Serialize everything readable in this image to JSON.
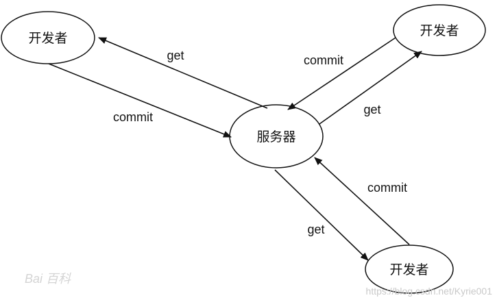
{
  "diagram": {
    "nodes": [
      {
        "id": "dev1",
        "label": "开发者"
      },
      {
        "id": "dev2",
        "label": "开发者"
      },
      {
        "id": "dev3",
        "label": "开发者"
      },
      {
        "id": "server",
        "label": "服务器"
      }
    ],
    "edges": [
      {
        "id": "e1",
        "from": "server",
        "to": "dev1",
        "label": "get"
      },
      {
        "id": "e2",
        "from": "dev1",
        "to": "server",
        "label": "commit"
      },
      {
        "id": "e3",
        "from": "dev2",
        "to": "server",
        "label": "commit"
      },
      {
        "id": "e4",
        "from": "server",
        "to": "dev2",
        "label": "get"
      },
      {
        "id": "e5",
        "from": "dev3",
        "to": "server",
        "label": "commit"
      },
      {
        "id": "e6",
        "from": "server",
        "to": "dev3",
        "label": "get"
      }
    ]
  },
  "watermark": {
    "logo": "Bai 百科",
    "url": "https://blog.csdn.net/Kyrie001"
  }
}
